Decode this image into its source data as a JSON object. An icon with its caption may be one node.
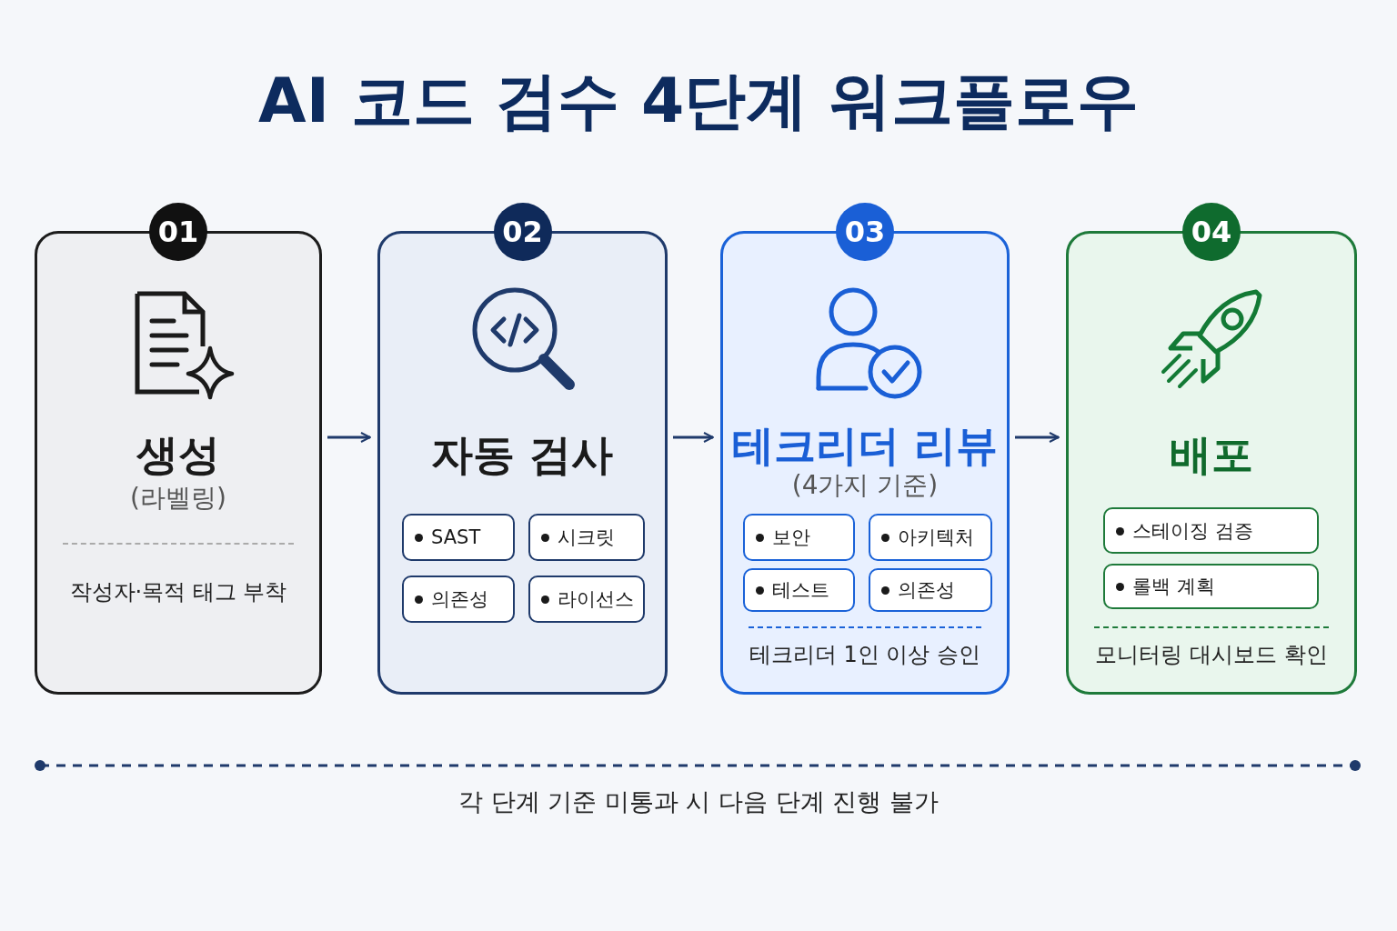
{
  "diagram": {
    "title": "AI 코드 검수 4단계 워크플로우",
    "nodes": [
      {
        "text": [
          "01",
          "생성",
          "(라벨링)",
          "작성자·목적 태그 부착"
        ]
      },
      {
        "text": [
          "02",
          "자동 검사"
        ]
      },
      {
        "text": [
          "SAST"
        ],
        "in": 1
      },
      {
        "text": [
          "시크릿"
        ],
        "in": 1
      },
      {
        "text": [
          "의존성"
        ],
        "in": 1
      },
      {
        "text": [
          "라이선스"
        ],
        "in": 1
      },
      {
        "text": [
          "03",
          "테크리더 리뷰",
          "(4가지 기준)",
          "테크리더 1인 이상 승인"
        ]
      },
      {
        "text": [
          "보안"
        ],
        "in": 6
      },
      {
        "text": [
          "아키텍처"
        ],
        "in": 6
      },
      {
        "text": [
          "테스트"
        ],
        "in": 6
      },
      {
        "text": [
          "의존성"
        ],
        "in": 6
      },
      {
        "text": [
          "04",
          "배포",
          "모니터링 대시보드 확인"
        ]
      },
      {
        "text": [
          "스테이징 검증"
        ],
        "in": 11
      },
      {
        "text": [
          "롤백 계획"
        ],
        "in": 11
      }
    ],
    "edges": [
      {
        "from": 0,
        "to": 1,
        "arrow": "to"
      },
      {
        "from": 1,
        "to": 6,
        "arrow": "to"
      },
      {
        "from": 6,
        "to": 11,
        "arrow": "to"
      }
    ],
    "labels": [
      "각 단계 기준 미통과 시 다음 단계 진행 불가"
    ]
  }
}
